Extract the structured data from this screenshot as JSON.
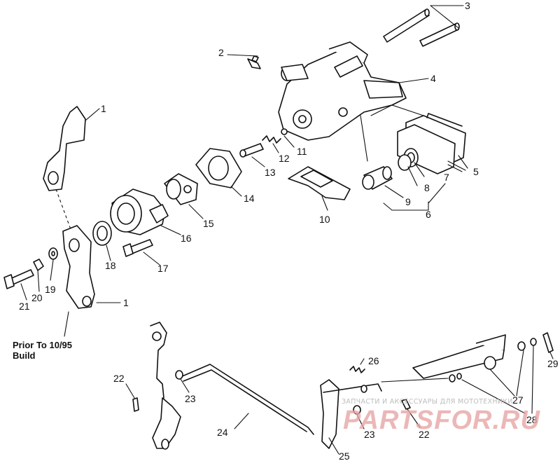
{
  "callouts": [
    {
      "id": "c1a",
      "text": "1"
    },
    {
      "id": "c1b",
      "text": "1"
    },
    {
      "id": "c2",
      "text": "2"
    },
    {
      "id": "c3",
      "text": "3"
    },
    {
      "id": "c4",
      "text": "4"
    },
    {
      "id": "c5",
      "text": "5"
    },
    {
      "id": "c6",
      "text": "6"
    },
    {
      "id": "c7",
      "text": "7"
    },
    {
      "id": "c8",
      "text": "8"
    },
    {
      "id": "c9",
      "text": "9"
    },
    {
      "id": "c10",
      "text": "10"
    },
    {
      "id": "c11",
      "text": "11"
    },
    {
      "id": "c12",
      "text": "12"
    },
    {
      "id": "c13",
      "text": "13"
    },
    {
      "id": "c14",
      "text": "14"
    },
    {
      "id": "c15",
      "text": "15"
    },
    {
      "id": "c16",
      "text": "16"
    },
    {
      "id": "c17",
      "text": "17"
    },
    {
      "id": "c18",
      "text": "18"
    },
    {
      "id": "c19",
      "text": "19"
    },
    {
      "id": "c20",
      "text": "20"
    },
    {
      "id": "c21",
      "text": "21"
    },
    {
      "id": "c22a",
      "text": "22"
    },
    {
      "id": "c22b",
      "text": "22"
    },
    {
      "id": "c23a",
      "text": "23"
    },
    {
      "id": "c23b",
      "text": "23"
    },
    {
      "id": "c24",
      "text": "24"
    },
    {
      "id": "c25",
      "text": "25"
    },
    {
      "id": "c26",
      "text": "26"
    },
    {
      "id": "c27",
      "text": "27"
    },
    {
      "id": "c28",
      "text": "28"
    },
    {
      "id": "c29",
      "text": "29"
    }
  ],
  "note": {
    "line1": "Prior To 10/95",
    "line2": "Build"
  },
  "watermark": {
    "band": "ЗАПЧАСТИ И АКСЕССУАРЫ ДЛЯ МОТОТЕХНИКИ",
    "brand": "PARTSFOR.RU"
  }
}
